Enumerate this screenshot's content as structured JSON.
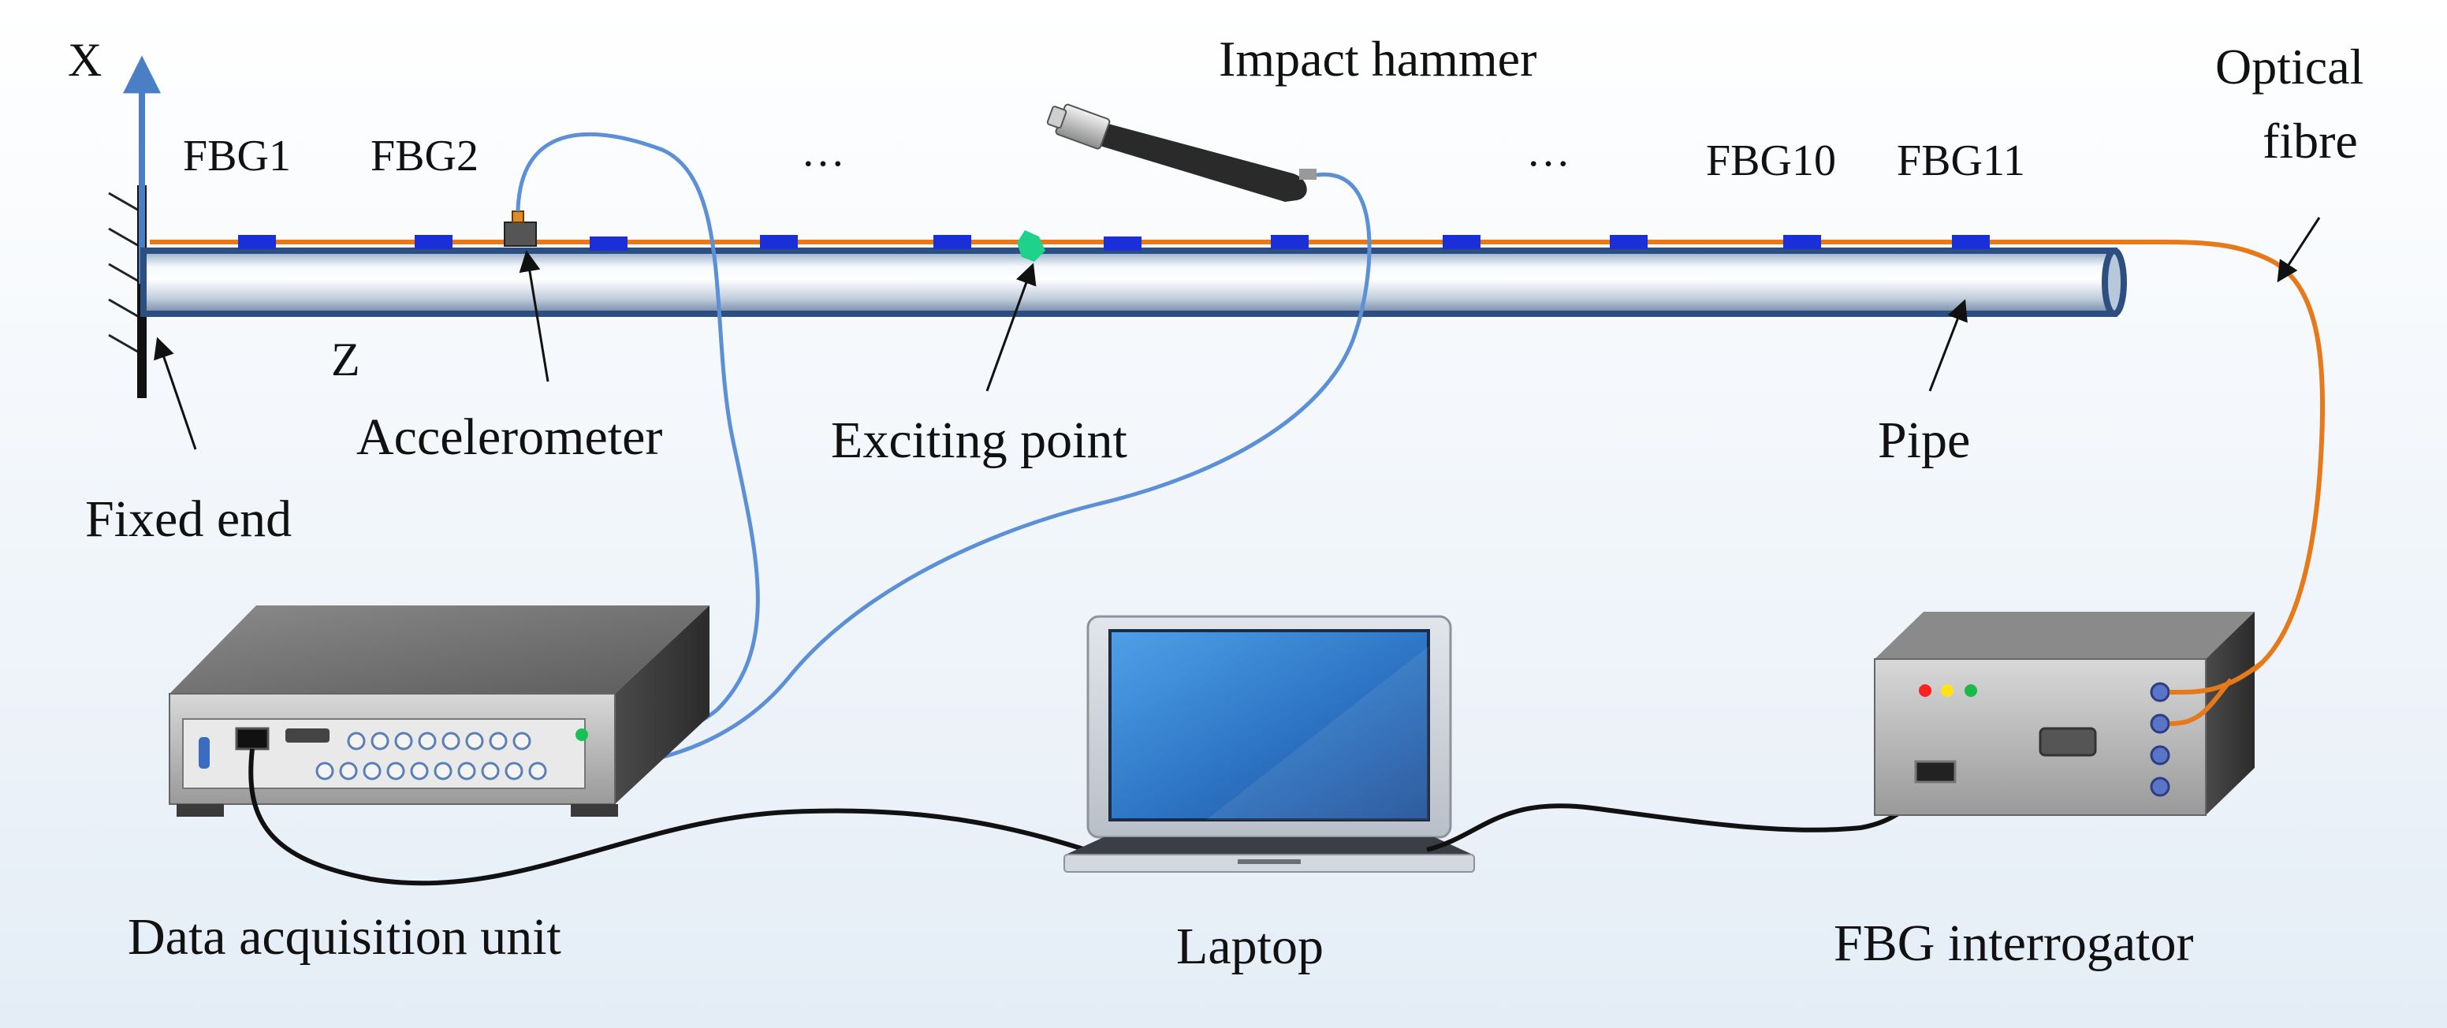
{
  "labels": {
    "axis_x": "X",
    "axis_z": "Z",
    "fbg1": "FBG1",
    "fbg2": "FBG2",
    "ellipsis_left": "…",
    "ellipsis_right": "…",
    "fbg10": "FBG10",
    "fbg11": "FBG11",
    "impact_hammer": "Impact hammer",
    "optical_fibre_line1": "Optical",
    "optical_fibre_line2": "fibre",
    "accelerometer": "Accelerometer",
    "exciting_point": "Exciting point",
    "pipe": "Pipe",
    "fixed_end": "Fixed end",
    "data_acquisition_unit": "Data acquisition unit",
    "laptop": "Laptop",
    "fbg_interrogator": "FBG interrogator"
  },
  "fbg_count": 11,
  "colors": {
    "background_top": "#ffffff",
    "background_bottom": "#e6eef6",
    "pipe_outline": "#2d4f7f",
    "optical_fibre": "#e6791a",
    "signal_cable": "#5b8fd6",
    "fbg_marker": "#1b2fd9",
    "excite_marker": "#1fd28a",
    "axis_arrow": "#4a7fc6",
    "led_red": "#ff2020",
    "led_yellow": "#ffe21a",
    "led_green": "#1bb84a",
    "daq_led": "#17c254"
  }
}
